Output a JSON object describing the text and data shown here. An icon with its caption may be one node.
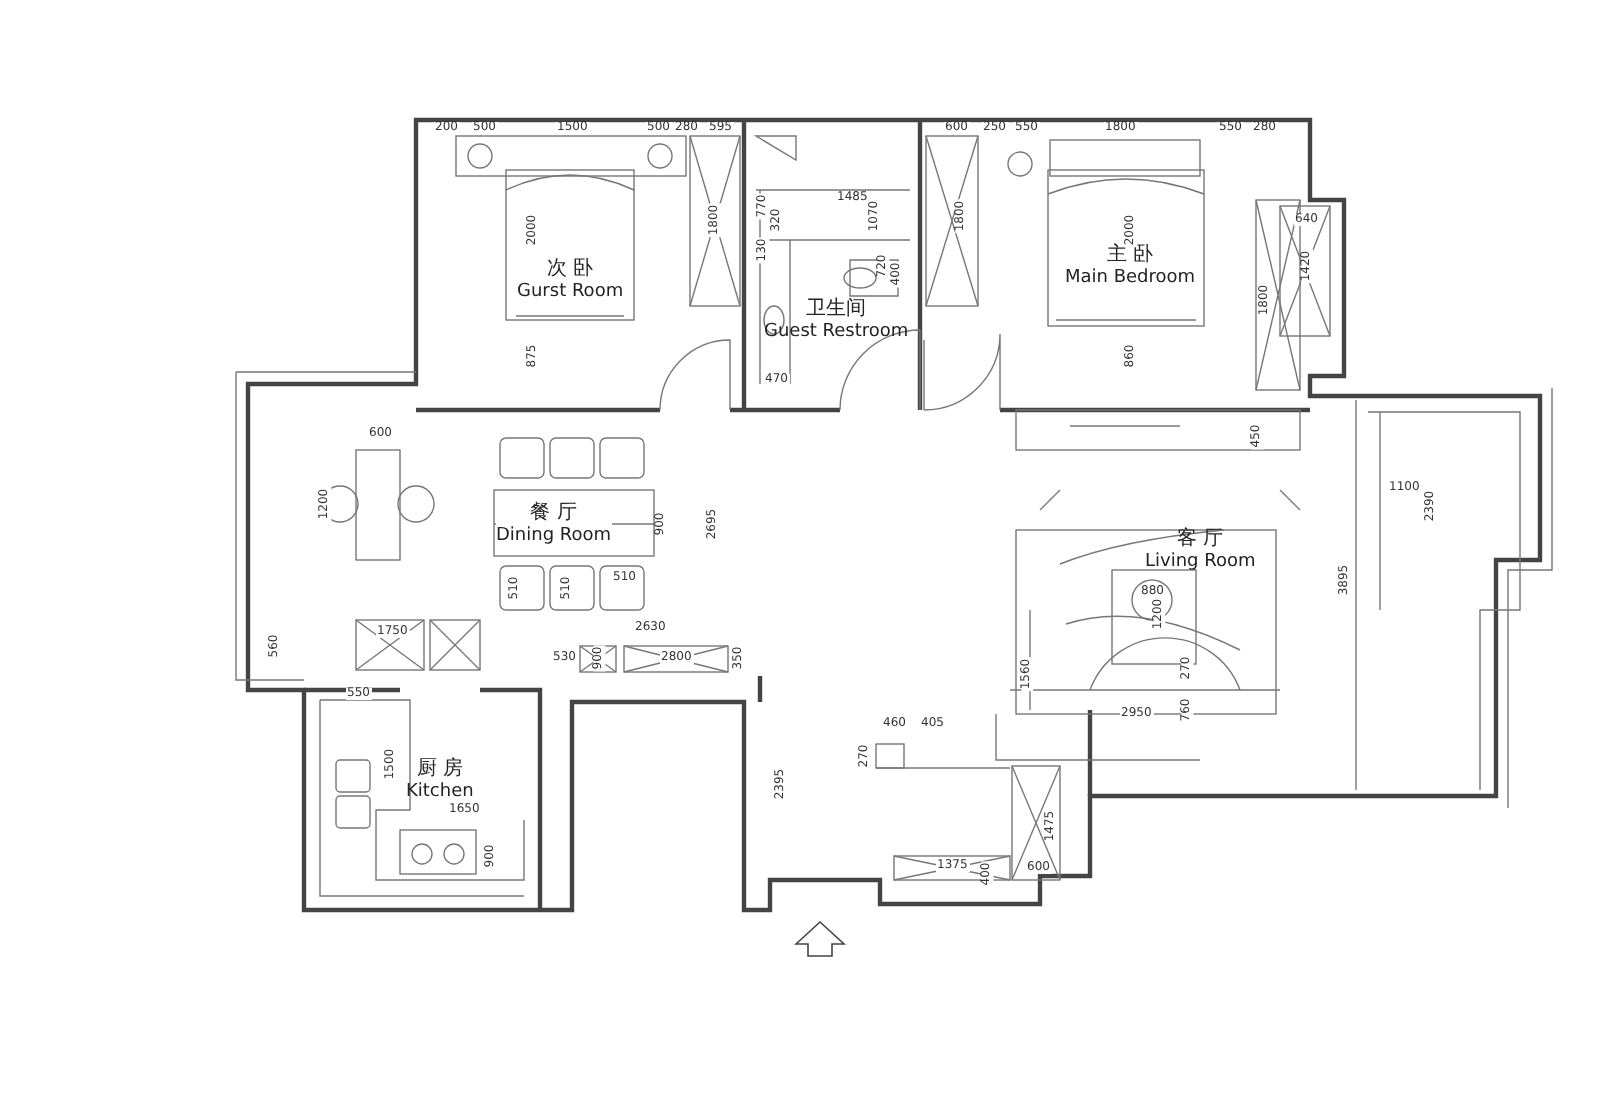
{
  "diagram": {
    "nodes": [
      {
        "text": [
          "次 卧",
          "Gurst Room"
        ]
      },
      {
        "text": [
          "卫生间",
          "Guest Restroom"
        ]
      },
      {
        "text": [
          "主 卧",
          "Main Bedroom"
        ]
      },
      {
        "text": [
          "餐 厅",
          "Dining Room"
        ]
      },
      {
        "text": [
          "客 厅",
          "Living Room"
        ]
      },
      {
        "text": [
          "厨 房",
          "Kitchen"
        ]
      }
    ],
    "labels": [
      "200",
      "500",
      "1500",
      "500",
      "280",
      "595",
      "2000",
      "1800",
      "875",
      "770",
      "320",
      "1485",
      "1070",
      "130",
      "720",
      "400",
      "470",
      "600",
      "250",
      "550",
      "1800",
      "550",
      "280",
      "1800",
      "2000",
      "860",
      "1800",
      "640",
      "1420",
      "450",
      "600",
      "1200",
      "900",
      "510",
      "510",
      "510",
      "2695",
      "2630",
      "530",
      "900",
      "2800",
      "350",
      "1750",
      "560",
      "550",
      "1500",
      "1650",
      "900",
      "2395",
      "1100",
      "2390",
      "3895",
      "880",
      "1200",
      "270",
      "1560",
      "2950",
      "760",
      "460",
      "405",
      "270",
      "1475",
      "1375",
      "400",
      "600"
    ]
  }
}
